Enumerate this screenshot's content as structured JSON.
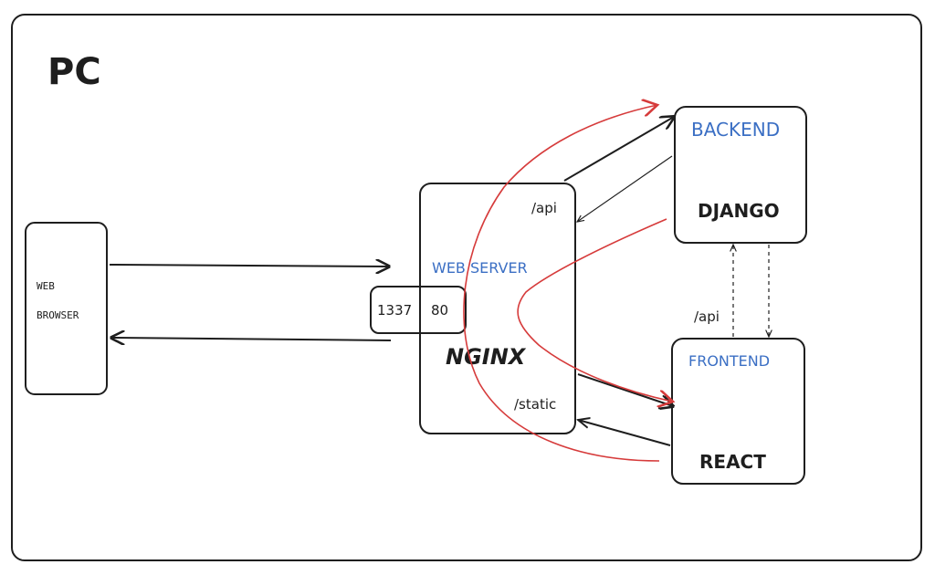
{
  "colors": {
    "stroke": "#1e1e1e",
    "label_blue": "#3b6fc4",
    "flow_red": "#d63b3b",
    "background": "#ffffff"
  },
  "frame": {
    "label": "PC"
  },
  "browser": {
    "line1": "WEB",
    "line2": "BROWSER"
  },
  "nginx": {
    "role": "WEB SERVER",
    "name": "NGINX",
    "route_api": "/api",
    "route_static": "/static"
  },
  "ports": {
    "external": "1337",
    "internal": "80"
  },
  "backend": {
    "role": "BACKEND",
    "name": "DJANGO"
  },
  "frontend": {
    "role": "FRONTEND",
    "name": "REACT"
  },
  "frontend_backend_link": {
    "label": "/api"
  },
  "icons": {
    "arrowheads": "arrow-icon",
    "flow": "request-flow-curve"
  }
}
